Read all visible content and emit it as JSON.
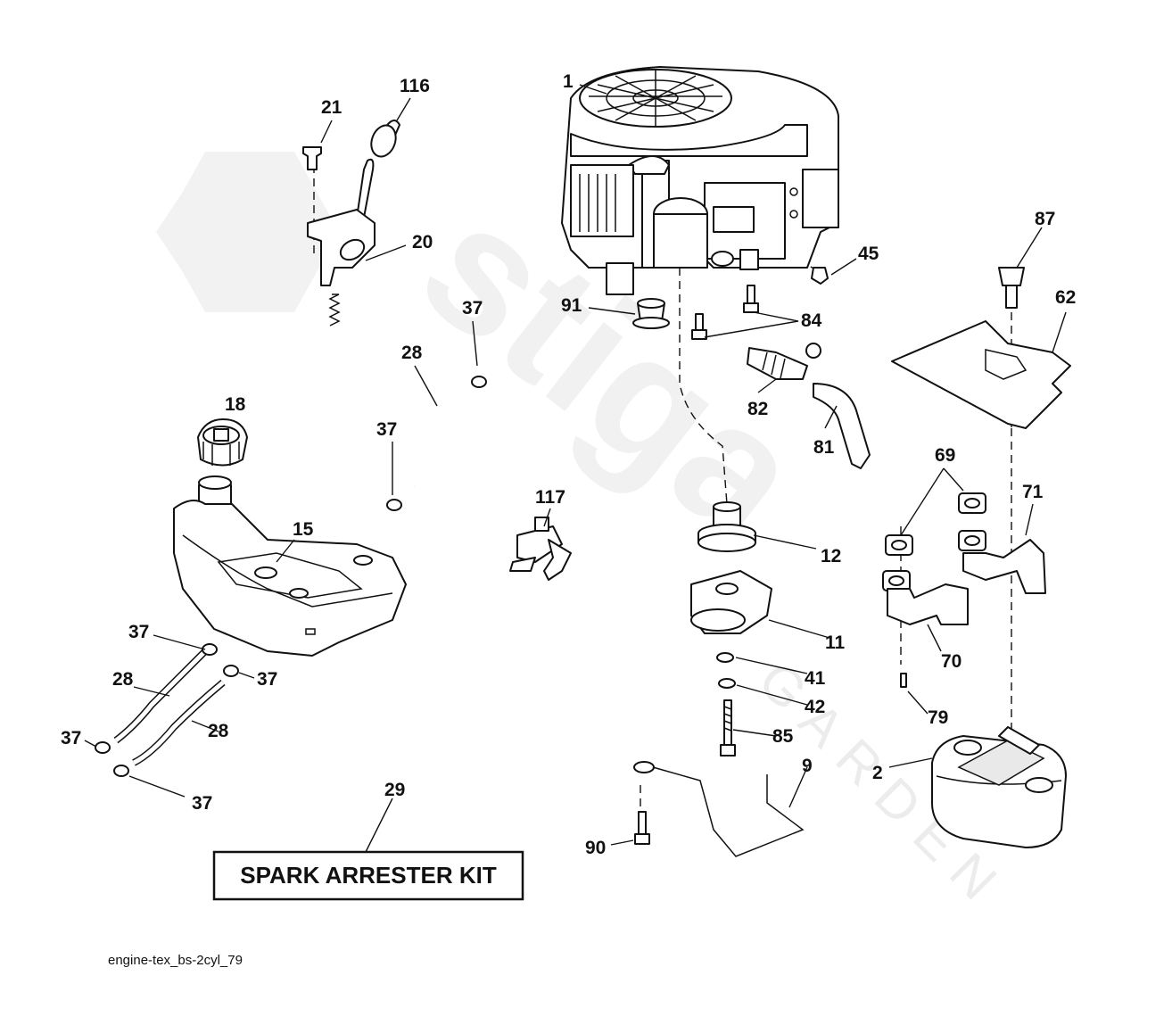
{
  "diagram": {
    "filename": "engine-tex_bs-2cyl_79",
    "kit_label": "SPARK ARRESTER KIT",
    "watermark_letters": "GARDEN",
    "callouts": {
      "c1": "1",
      "c116": "116",
      "c21": "21",
      "c20": "20",
      "c45": "45",
      "c87": "87",
      "c62": "62",
      "c91": "91",
      "c84": "84",
      "c37a": "37",
      "c28a": "28",
      "c82": "82",
      "c18": "18",
      "c37b": "37",
      "c81": "81",
      "c69": "69",
      "c71": "71",
      "c117": "117",
      "c15": "15",
      "c12": "12",
      "c11": "11",
      "c70": "70",
      "c37c": "37",
      "c37d": "37",
      "c28b": "28",
      "c41": "41",
      "c42": "42",
      "c79": "79",
      "c28c": "28",
      "c85": "85",
      "c37e": "37",
      "c9": "9",
      "c2": "2",
      "c37f": "37",
      "c29": "29",
      "c90": "90"
    }
  }
}
